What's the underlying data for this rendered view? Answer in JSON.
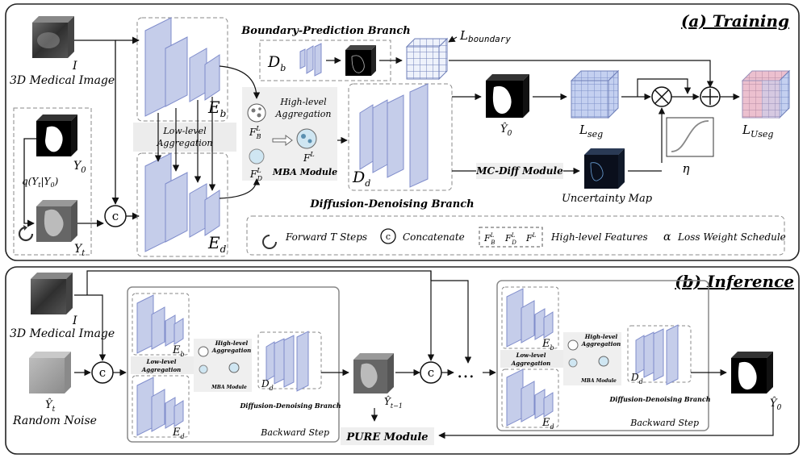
{
  "training": {
    "panel_title": "(a) Training",
    "input_image_symbol": "I",
    "input_image_label": "3D Medical Image",
    "mask_symbol": "Y",
    "mask_subscript": "0",
    "noisy_symbol": "Y",
    "noisy_subscript": "t",
    "forward_process_label": "q(Y",
    "forward_process_label_mid": "t",
    "forward_process_label_end": "|Y",
    "forward_process_label_end2": "0",
    "forward_process_close": ")",
    "concat_symbol": "c",
    "boundary_branch_title": "Boundary-Prediction Branch",
    "boundary_decoder_symbol": "D",
    "boundary_decoder_sub": "b",
    "boundary_loss_symbol": "L",
    "boundary_loss_sub": "boundary",
    "encoder_b_symbol": "E",
    "encoder_b_sub": "b",
    "encoder_d_symbol": "E",
    "encoder_d_sub": "d",
    "low_level_line1": "Low-level",
    "low_level_line2": "Aggregation",
    "high_level_line1": "High-level",
    "high_level_line2": "Aggregation",
    "feat_b": "F",
    "feat_b_sup": "L",
    "feat_b_sub": "B",
    "feat_d": "F",
    "feat_d_sup": "L",
    "feat_d_sub": "D",
    "feat_fused": "F",
    "feat_fused_sup": "L",
    "mba_module": "MBA Module",
    "diffusion_decoder_symbol": "D",
    "diffusion_decoder_sub": "d",
    "diffusion_branch_title": "Diffusion-Denoising Branch",
    "pred_symbol": "Ŷ",
    "pred_sub": "0",
    "seg_loss_symbol": "L",
    "seg_loss_sub": "seg",
    "mcdiff_module": "MC-Diff Module",
    "uncertainty_map": "Uncertainty Map",
    "eta_symbol": "η",
    "useg_loss_symbol": "L",
    "useg_loss_sub": "Useg",
    "multiply_symbol": "⊗",
    "plus_symbol": "⊕"
  },
  "legend": {
    "forward_steps": "Forward T Steps",
    "concatenate": "Concatenate",
    "high_level_features": "High-level Features",
    "alpha_symbol": "α",
    "loss_weight_schedule": "Loss Weight Schedule"
  },
  "inference": {
    "panel_title": "(b) Inference",
    "input_image_symbol": "I",
    "input_image_label": "3D Medical Image",
    "noise_symbol": "Ŷ",
    "noise_sub": "t",
    "noise_label": "Random Noise",
    "backward_step": "Backward Step",
    "intermediate_symbol": "Ŷ",
    "intermediate_sub": "t−1",
    "ellipsis": "…",
    "pure_module": "PURE Module",
    "output_symbol": "Ŷ",
    "output_sub": "0"
  },
  "colors": {
    "layer_blue": "#c5cdea",
    "layer_edge": "#7f8ccb",
    "panel_border": "#222222",
    "dashed_border": "#8a8a8a",
    "grid_blue": "#b5c3ea",
    "grid_pink": "#e9b8c8"
  }
}
